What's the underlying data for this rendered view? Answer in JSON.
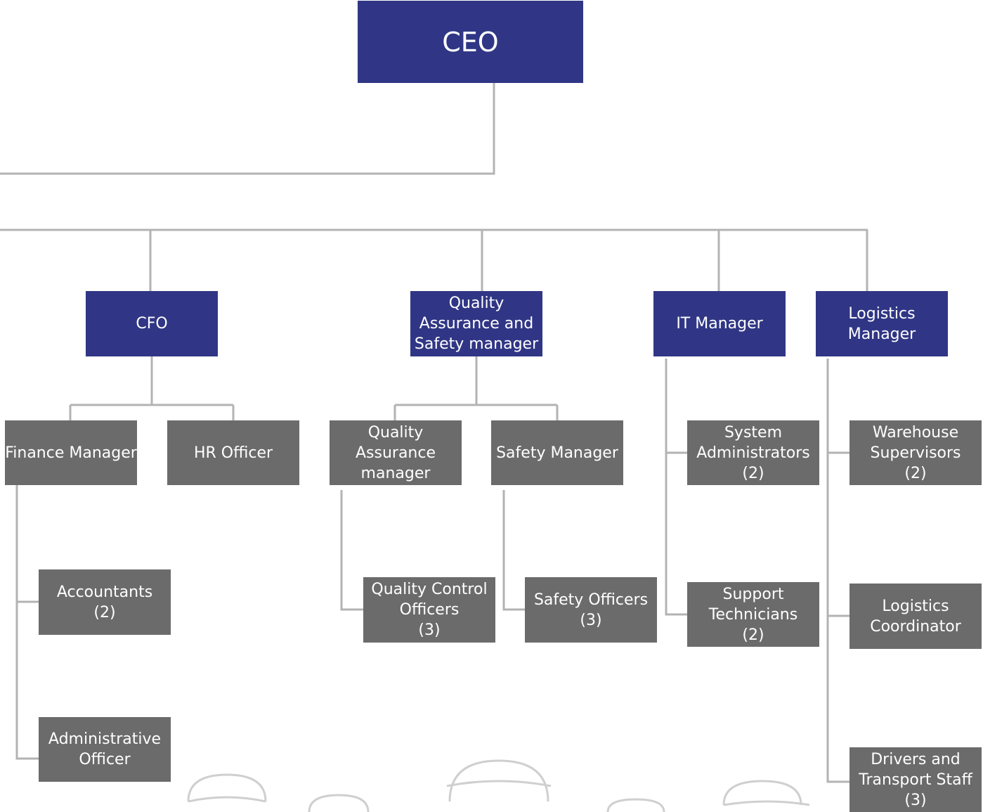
{
  "colors": {
    "executive": "#303685",
    "staff": "#6b6b6b",
    "connector": "#b3b3b3"
  },
  "org": {
    "ceo": "CEO",
    "cfo": "CFO",
    "qa_safety_manager": "Quality\nAssurance and\nSafety manager",
    "it_manager": "IT Manager",
    "logistics_manager": "Logistics\nManager",
    "finance_manager": "Finance Manager",
    "hr_officer": "HR Officer",
    "qa_manager": "Quality\nAssurance\nmanager",
    "safety_manager": "Safety Manager",
    "system_administrators": "System\nAdministrators\n(2)",
    "support_technicians": "Support\nTechnicians\n(2)",
    "warehouse_supervisors": "Warehouse\nSupervisors\n(2)",
    "logistics_coordinator": "Logistics\nCoordinator",
    "drivers_transport_staff": "Drivers and\nTransport Staff\n(3)",
    "accountants": "Accountants\n(2)",
    "administrative_officer": "Administrative\nOfficer",
    "quality_control_officers": "Quality Control\nOfficers\n(3)",
    "safety_officers": "Safety Officers\n(3)"
  },
  "decoration": {
    "icon": "hard-hat-icon"
  }
}
